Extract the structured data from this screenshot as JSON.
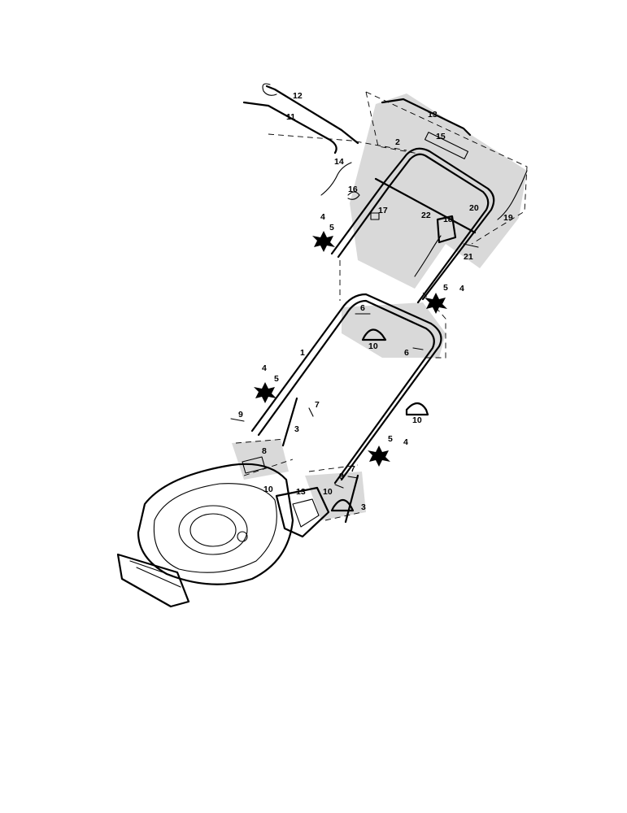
{
  "labels": [
    {
      "id": "1",
      "text": "1"
    },
    {
      "id": "2",
      "text": "2"
    },
    {
      "id": "3a",
      "text": "3"
    },
    {
      "id": "3b",
      "text": "3"
    },
    {
      "id": "4a",
      "text": "4"
    },
    {
      "id": "4b",
      "text": "4"
    },
    {
      "id": "4c",
      "text": "4"
    },
    {
      "id": "4d",
      "text": "4"
    },
    {
      "id": "5a",
      "text": "5"
    },
    {
      "id": "5b",
      "text": "5"
    },
    {
      "id": "5c",
      "text": "5"
    },
    {
      "id": "5d",
      "text": "5"
    },
    {
      "id": "6a",
      "text": "6"
    },
    {
      "id": "6b",
      "text": "6"
    },
    {
      "id": "7a",
      "text": "7"
    },
    {
      "id": "7b",
      "text": "7"
    },
    {
      "id": "8",
      "text": "8"
    },
    {
      "id": "9a",
      "text": "9"
    },
    {
      "id": "9b",
      "text": "9"
    },
    {
      "id": "10a",
      "text": "10"
    },
    {
      "id": "10b",
      "text": "10"
    },
    {
      "id": "10c",
      "text": "10"
    },
    {
      "id": "10d",
      "text": "10"
    },
    {
      "id": "11",
      "text": "11"
    },
    {
      "id": "12",
      "text": "12"
    },
    {
      "id": "13a",
      "text": "13"
    },
    {
      "id": "13b",
      "text": "13"
    },
    {
      "id": "14",
      "text": "14"
    },
    {
      "id": "15",
      "text": "15"
    },
    {
      "id": "16",
      "text": "16"
    },
    {
      "id": "17",
      "text": "17"
    },
    {
      "id": "18",
      "text": "18"
    },
    {
      "id": "19",
      "text": "19"
    },
    {
      "id": "20",
      "text": "20"
    },
    {
      "id": "21",
      "text": "21"
    },
    {
      "id": "22",
      "text": "22"
    }
  ],
  "colors": {
    "ink": "#000000",
    "panel": "#d9d9d9",
    "background": "#ffffff"
  }
}
